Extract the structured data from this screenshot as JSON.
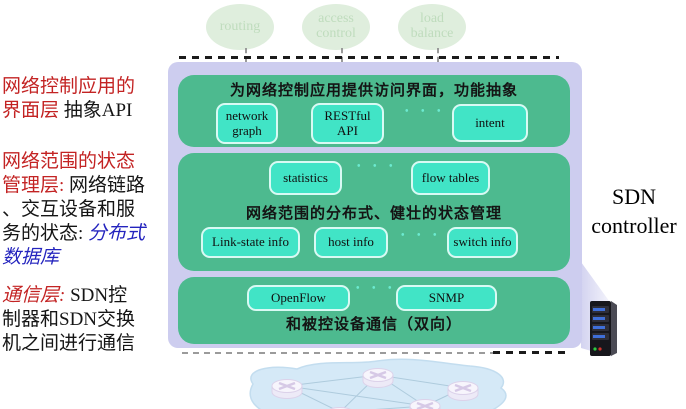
{
  "colors": {
    "panel_purple": "#CDCDEF",
    "layer_green": "#4DBA8F",
    "module_teal": "#41E4C6",
    "app_ellipse_green": "#DFEEDD",
    "note_red": "#C32323",
    "note_blue": "#2424BE",
    "cloud_blue": "#D5E9F7"
  },
  "apps": {
    "items": [
      "routing",
      "access control",
      "load balance"
    ]
  },
  "controller": {
    "line1": "SDN",
    "line2": "controller"
  },
  "layers": {
    "interface": {
      "title": "为网络控制应用提供访问界面，功能抽象",
      "modules": {
        "network_graph": "network graph",
        "restful_api": "RESTful API",
        "intent": "intent"
      },
      "dots": "• • •"
    },
    "state": {
      "title": "网络范围的分布式、健壮的状态管理",
      "modules": {
        "statistics": "statistics",
        "flow_tables": "flow tables",
        "link_state": "Link-state info",
        "host_info": "host info",
        "switch_info": "switch info"
      },
      "dots": "• • •"
    },
    "communication": {
      "title": "和被控设备通信（双向）",
      "modules": {
        "openflow": "OpenFlow",
        "snmp": "SNMP"
      },
      "dots": "• • •"
    }
  },
  "notes": {
    "interface": {
      "l1_red": "网络控制应用的",
      "l2_red": "界面层",
      "l2_black": " 抽象API"
    },
    "state": {
      "l1_red": "网络范围的状态",
      "l2_red": "管理层:",
      "l2_black": " 网络链路",
      "l3_black": "、交互设备和服",
      "l4_black": "务的状态: ",
      "l4_blue": "分布式",
      "l5_blue": "数据库"
    },
    "communication": {
      "l1_red": "通信层:",
      "l1_black": " SDN控",
      "l2_black": "制器和SDN交换",
      "l3_black": "机之间进行通信"
    }
  }
}
